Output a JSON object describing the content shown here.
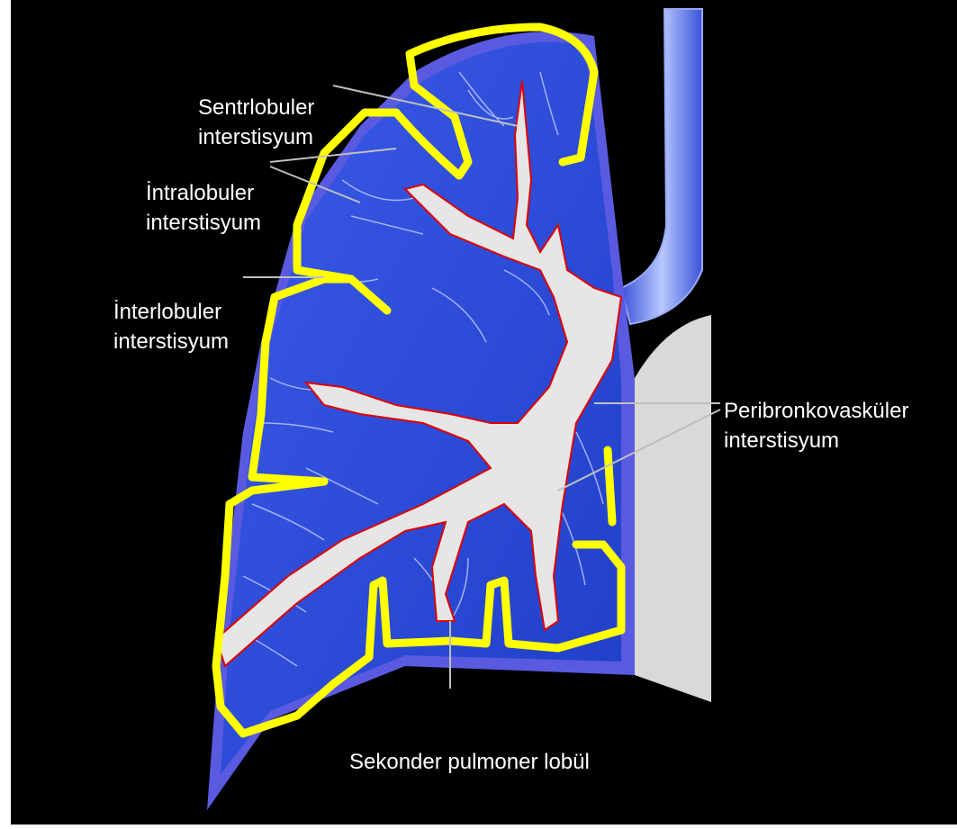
{
  "labels": {
    "sentrlobuler": {
      "line1": "Sentrlobuler",
      "line2": "interstisyum"
    },
    "intralobuler": {
      "line1": "İntralobuler",
      "line2": "interstisyum"
    },
    "interlobuler": {
      "line1": "İnterlobuler",
      "line2": "interstisyum"
    },
    "peribronkovaskuler": {
      "line1": "Peribronkovasküler",
      "line2": "interstisyum"
    },
    "sekonder": {
      "line1": "Sekonder pulmoner lobül"
    }
  },
  "colors": {
    "background": "#000000",
    "lung_fill": "#2f4fd8",
    "lung_edge": "#5a5ae0",
    "lobule_outline": "#ffff00",
    "bronchus_fill": "#e6e6e6",
    "bronchus_outline": "#e00000",
    "leader_line": "#bfbfbf",
    "pleura_grey": "#d9d9d9"
  }
}
